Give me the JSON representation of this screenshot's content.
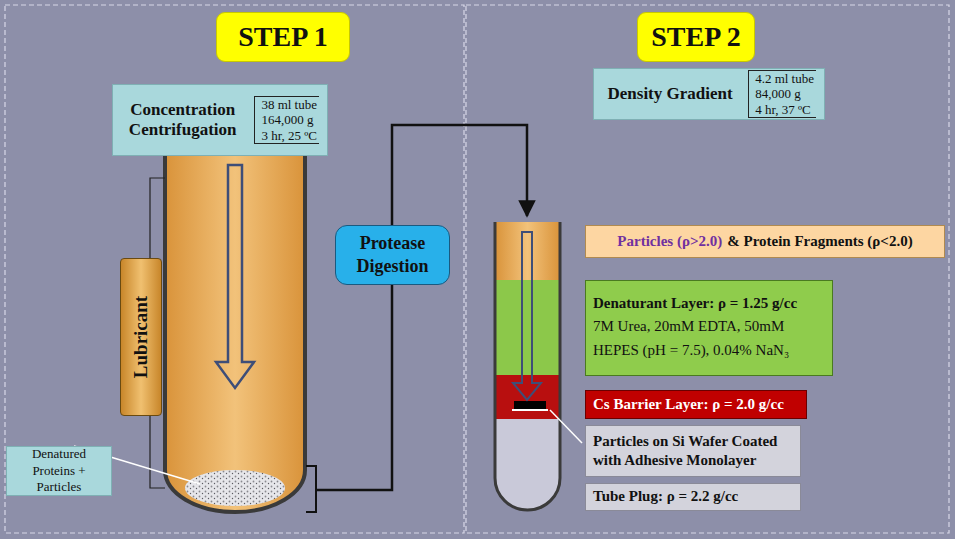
{
  "diagram": {
    "nodes": [
      {
        "text": [
          "STEP 1"
        ]
      },
      {
        "text": [
          "Concentration Centrifugation",
          "38 ml tube",
          "164,000 g",
          "3 hr, 25 ºC"
        ]
      },
      {
        "text": [
          "Lubricant"
        ]
      },
      {
        "text": [
          "Protease Digestion"
        ]
      },
      {
        "text": [
          "Denatured Proteins + Particles"
        ]
      },
      {
        "text": [
          "STEP 2"
        ]
      },
      {
        "text": [
          "Density Gradient",
          "4.2 ml tube",
          "84,000 g",
          "4 hr, 37 ºC"
        ]
      },
      {
        "text": [
          "Particles (ρ>2.0)",
          "& Protein Fragments (ρ<2.0)"
        ]
      },
      {
        "text": [
          "Denaturant Layer: ρ = 1.25 g/cc",
          "7M Urea, 20mM EDTA, 50mM HEPES (pH = 7.5), 0.04% NaN₃"
        ]
      },
      {
        "text": [
          "Cs Barrier Layer: ρ = 2.0 g/cc"
        ]
      },
      {
        "text": [
          "Particles on Si Wafer Coated with Adhesive Monolayer"
        ]
      },
      {
        "text": [
          "Tube Plug: ρ = 2.2 g/cc"
        ]
      }
    ]
  }
}
